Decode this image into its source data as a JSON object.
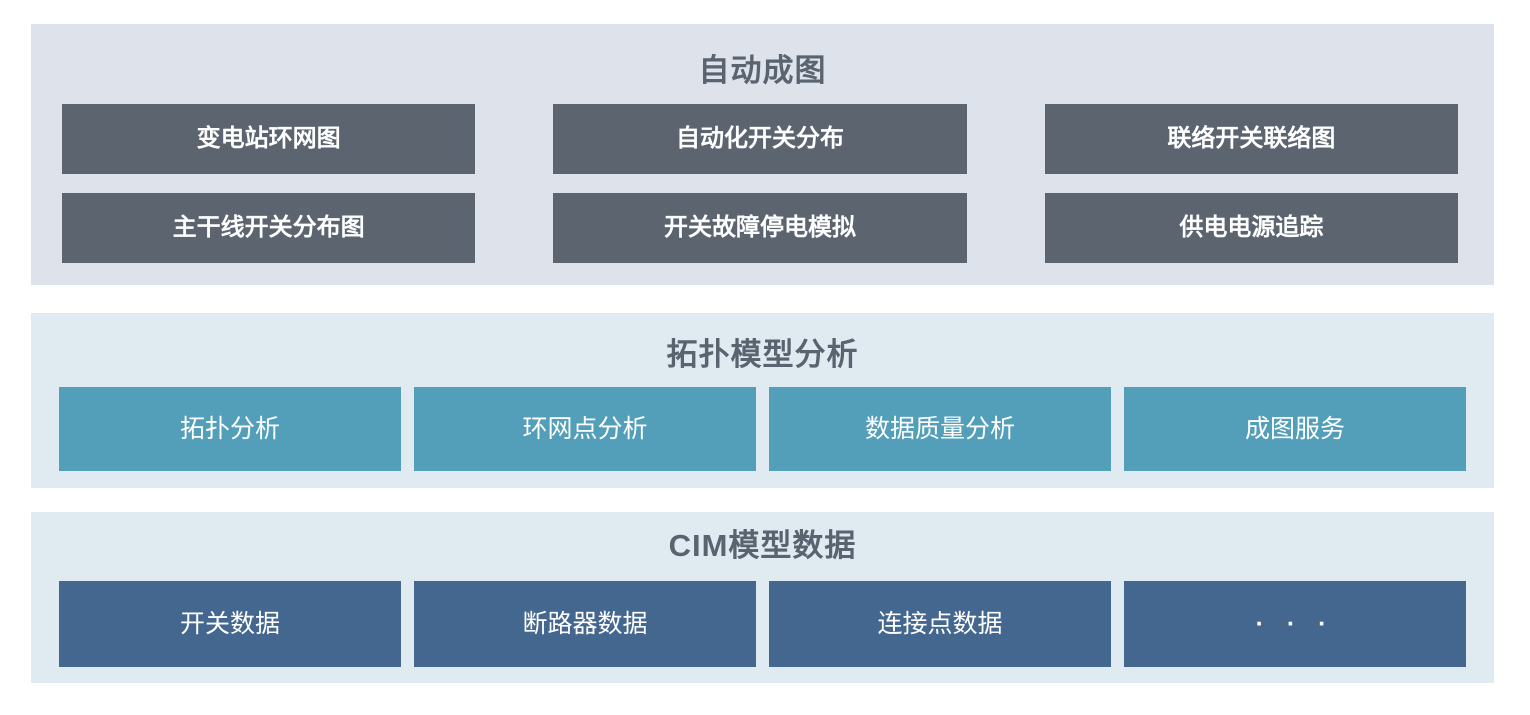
{
  "colors": {
    "page_background": "#ffffff",
    "top_panel_background": "#dee2ea",
    "blue_panel_background": "#dfebf1",
    "dark_gray_block": "#5c6470",
    "teal_block": "#539eb9",
    "dark_blue_block": "#44678f",
    "title_text": "#5a6370",
    "block_text": "#ffffff"
  },
  "sections": {
    "auto_drawing": {
      "title": "自动成图",
      "items": [
        "变电站环网图",
        "自动化开关分布",
        "联络开关联络图",
        "主干线开关分布图",
        "开关故障停电模拟",
        "供电电源追踪"
      ]
    },
    "topology_model_analysis": {
      "title": "拓扑模型分析",
      "items": [
        "拓扑分析",
        "环网点分析",
        "数据质量分析",
        "成图服务"
      ]
    },
    "cim_model_data": {
      "title": "CIM模型数据",
      "items": [
        "开关数据",
        "断路器数据",
        "连接点数据",
        "· · ·"
      ]
    }
  }
}
